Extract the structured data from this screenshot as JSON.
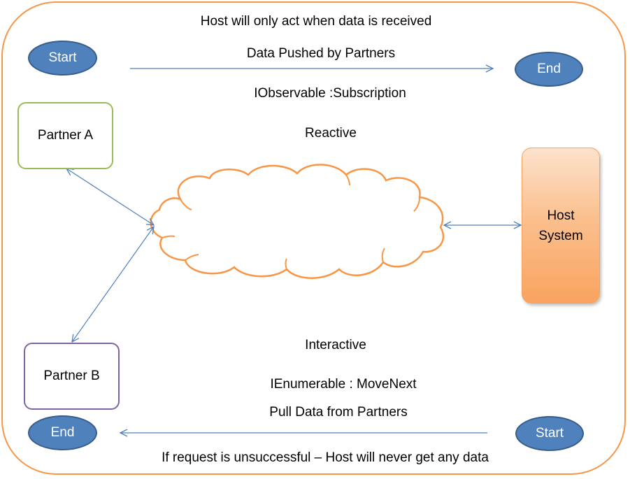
{
  "top_note": "Host will only act when data is received",
  "push_label": "Data Pushed by Partners",
  "observable_label": "IObservable :Subscription",
  "reactive_label": "Reactive",
  "interactive_label": "Interactive",
  "enumerable_label": "IEnumerable : MoveNext",
  "pull_label": "Pull Data from Partners",
  "bottom_note": "If request is unsuccessful – Host will never get any data",
  "push_start": "Start",
  "push_end": "End",
  "pull_start": "Start",
  "pull_end": "End",
  "partner_a": "Partner A",
  "partner_b": "Partner B",
  "host_line1": "Host",
  "host_line2": "System",
  "colors": {
    "frame": "#f79646",
    "oval_fill": "#4f81bd",
    "oval_border": "#385d8a",
    "arrow": "#4f81bd",
    "partner_a_border": "#9bbb59",
    "partner_b_border": "#8064a2",
    "cloud_stroke": "#f79646"
  }
}
